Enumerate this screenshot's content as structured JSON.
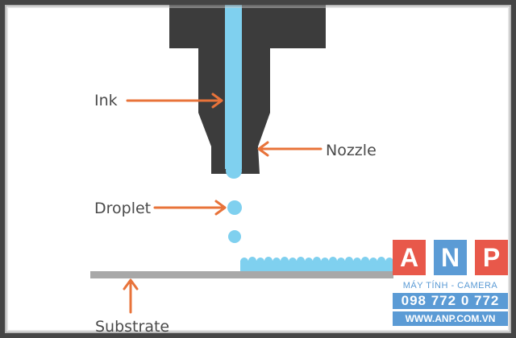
{
  "labels": {
    "ink": "Ink",
    "nozzle": "Nozzle",
    "droplet": "Droplet",
    "substrate": "Substrate"
  },
  "watermark": {
    "letters": [
      "A",
      "N",
      "P"
    ],
    "line1": "MÁY TÍNH - CAMERA",
    "line2": "098 772 0 772",
    "line3": "WWW.ANP.COM.VN"
  },
  "colors": {
    "nozzle": "#3c3c3c",
    "ink": "#7fd0ef",
    "arrow": "#e8733a",
    "substrate": "#a8a8a8",
    "frame": "#454545",
    "label_text": "#4a4a4a",
    "logo_red": "#e8584a",
    "logo_blue": "#5b9bd5"
  }
}
